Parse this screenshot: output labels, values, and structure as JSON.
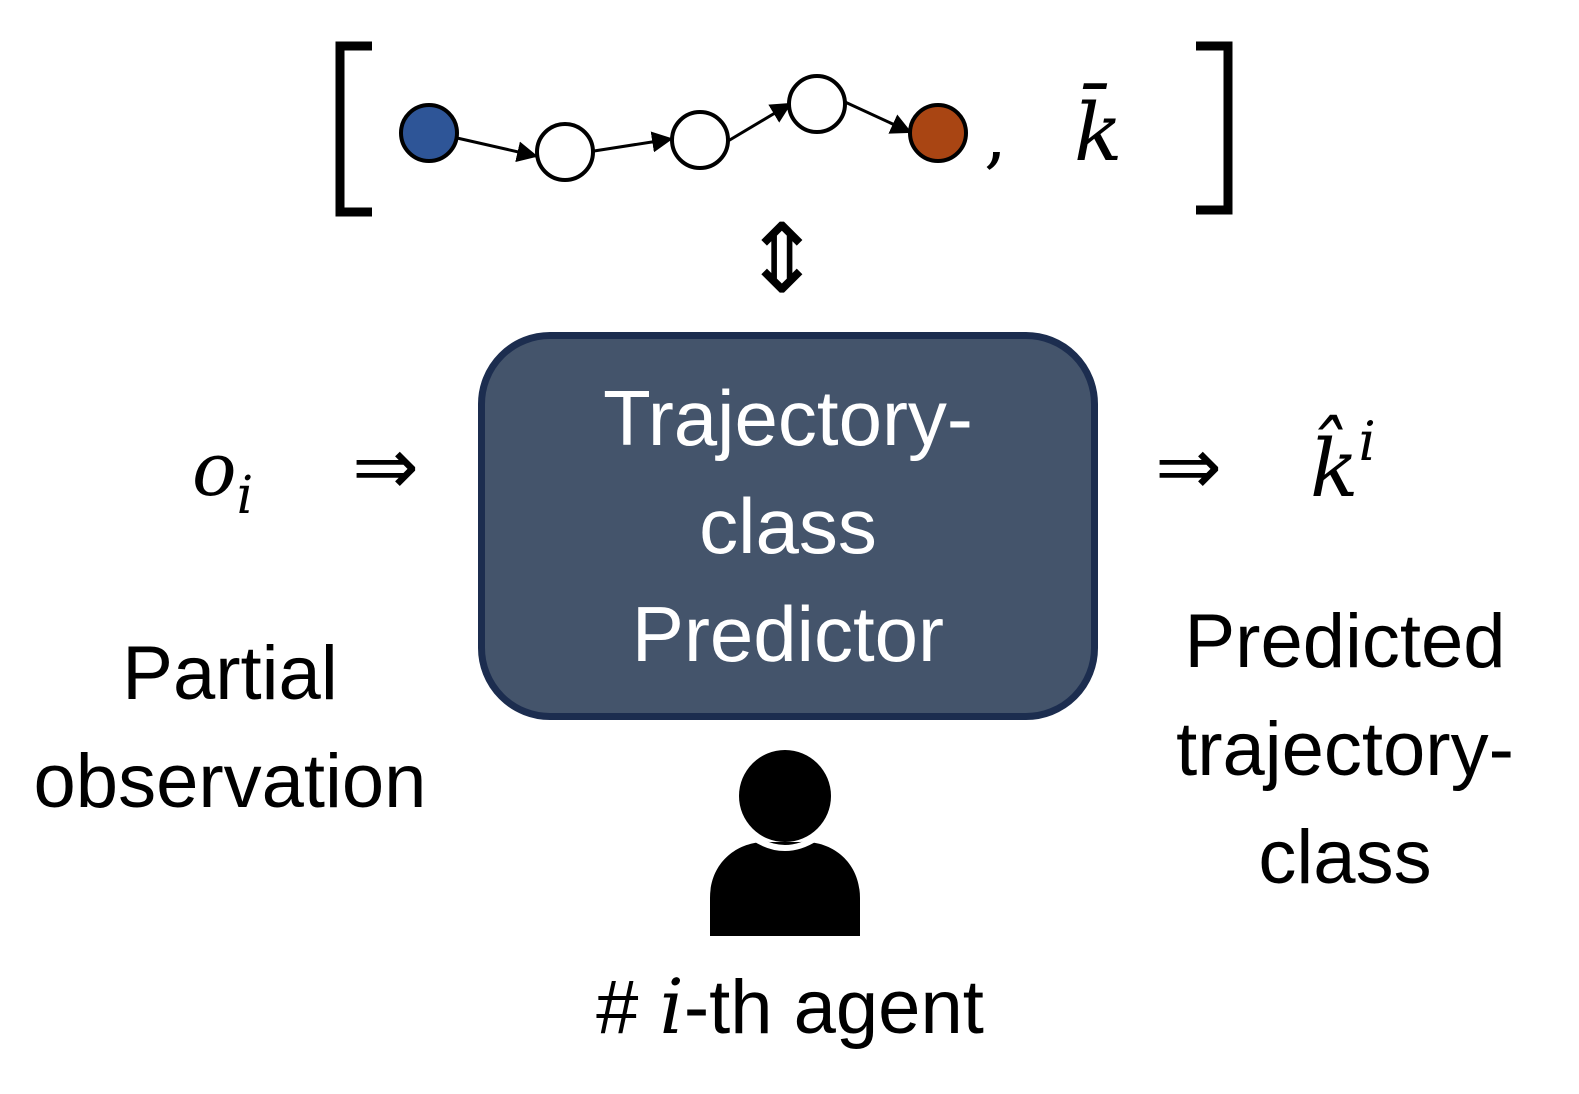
{
  "top_sequence": {
    "start_node_color": "#2e5597",
    "end_node_color": "#a94513",
    "intermediate_node_color": "#ffffff",
    "separator": ",",
    "class_symbol": "k̄"
  },
  "predictor": {
    "lines": [
      "Trajectory-",
      "class",
      "Predictor"
    ],
    "fill_color": "#44546b",
    "border_color": "#1c2d4f"
  },
  "input": {
    "symbol": "o",
    "subscript": "i",
    "arrow": "⇒",
    "label_lines": [
      "Partial",
      "observation"
    ]
  },
  "output": {
    "arrow": "⇒",
    "symbol": "k̂",
    "superscript": "i",
    "label_lines": [
      "Predicted",
      "trajectory-",
      "class"
    ]
  },
  "agent": {
    "icon": "person-icon",
    "label_prefix": "# ",
    "label_var": "i",
    "label_suffix": "-th agent"
  },
  "bidirectional_arrow": "⇕"
}
